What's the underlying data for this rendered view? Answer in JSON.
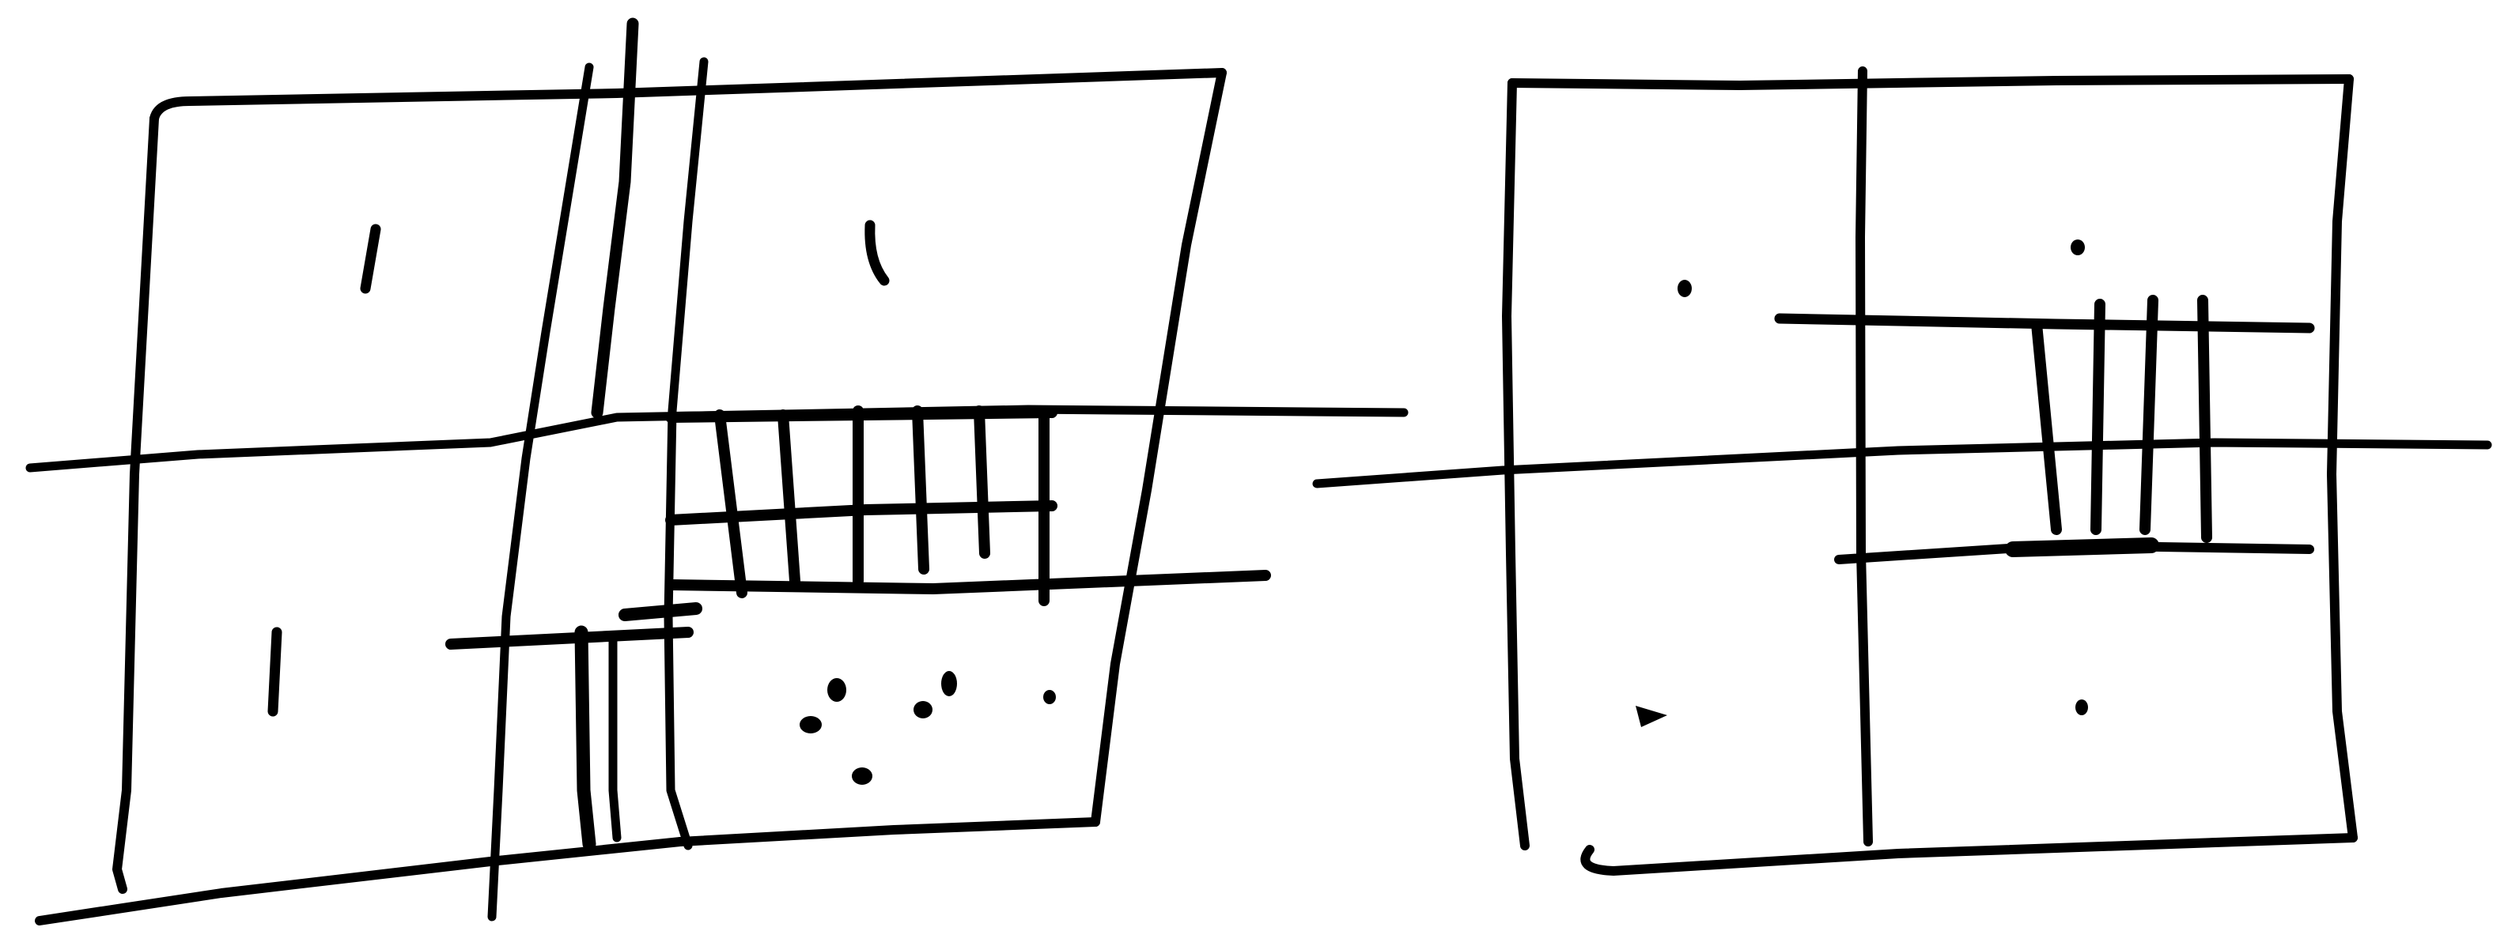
{
  "sketch": {
    "ink_color": "#000000",
    "paper_color": "#ffffff",
    "figures": [
      {
        "name": "left-plan",
        "quadrants": 4,
        "note": ""
      },
      {
        "name": "right-plan",
        "quadrants": 4,
        "note": ""
      }
    ]
  }
}
